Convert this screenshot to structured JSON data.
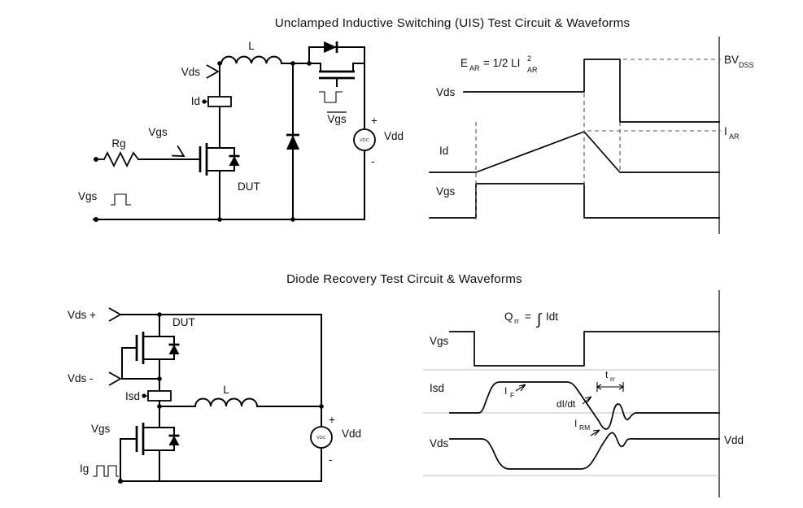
{
  "uis": {
    "title": "Unclamped Inductive Switching (UIS) Test Circuit & Waveforms",
    "circuit": {
      "vds_label": "Vds",
      "inductor_label": "L",
      "id_label": "Id",
      "clamp_gate_label": "Vgs",
      "gate_label": "Vgs",
      "rg_label": "Rg",
      "dut_label": "DUT",
      "pulse_label": "Vgs",
      "supply_plus": "+",
      "supply_minus": "-",
      "supply_label": "Vdd",
      "source_label": "VDC"
    },
    "waveform": {
      "energy_e": "E",
      "energy_e_sub": "AR",
      "energy_mid": "= 1/2 LI",
      "energy_sup": "2",
      "energy_sub": "AR",
      "trace_vds": "Vds",
      "trace_id": "Id",
      "trace_vgs": "Vgs",
      "bv_main": "BV",
      "bv_sub": "DSS",
      "iar_main": "I",
      "iar_sub": "AR"
    }
  },
  "diode": {
    "title": "Diode Recovery Test Circuit & Waveforms",
    "circuit": {
      "vds_plus_label": "Vds +",
      "vds_minus_label": "Vds -",
      "dut_label": "DUT",
      "isd_label": "Isd",
      "inductor_label": "L",
      "vgs_label": "Vgs",
      "ig_label": "Ig",
      "supply_plus": "+",
      "supply_minus": "-",
      "supply_label": "Vdd",
      "source_label": "VDC"
    },
    "waveform": {
      "charge_q": "Q",
      "charge_q_sub": "rr",
      "charge_eq": "=",
      "charge_integral": "∫",
      "charge_end": "Idt",
      "trace_vgs": "Vgs",
      "trace_isd": "Isd",
      "trace_vds": "Vds",
      "if_main": "I",
      "if_sub": "F",
      "didt_label": "dI/dt",
      "trr_main": "t",
      "trr_sub": "rr",
      "irm_main": "I",
      "irm_sub": "RM",
      "vdd_label": "Vdd"
    }
  }
}
